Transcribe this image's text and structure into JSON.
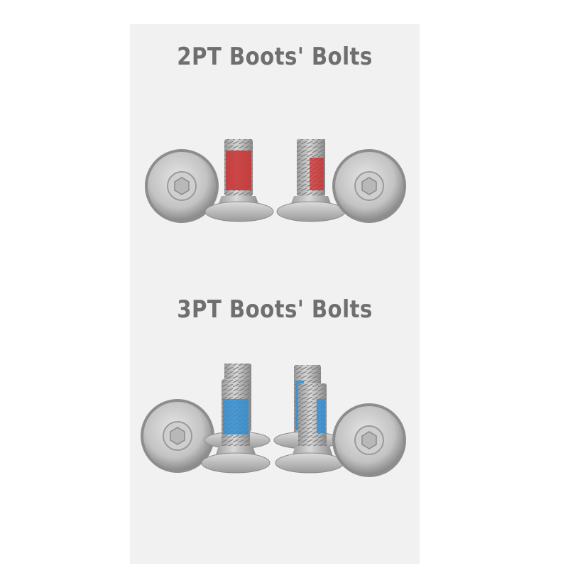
{
  "page": {
    "background": "#ffffff",
    "panel_color": "#f1f1f1"
  },
  "sections": [
    {
      "heading": "2PT Boots' Bolts",
      "thread_patch_color": "#d22a2a",
      "bolts_shown": 4
    },
    {
      "heading": "3PT Boots' Bolts",
      "thread_patch_color": "#2e8fd8",
      "bolts_shown": 6
    }
  ]
}
